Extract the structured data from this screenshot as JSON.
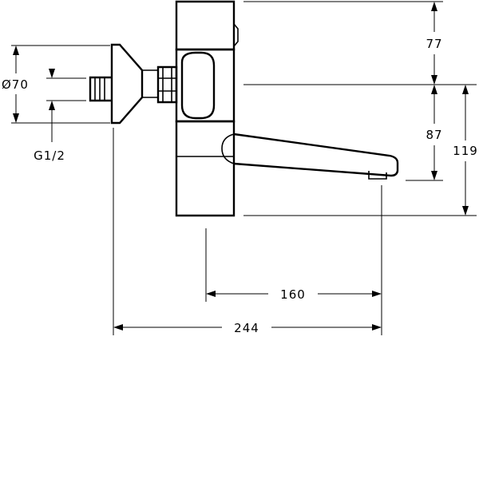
{
  "dimensions": {
    "top_height": "77",
    "spout_height": "87",
    "total_height": "119",
    "spout_reach": "160",
    "overall_length": "244",
    "flange_diameter": "Ø70",
    "thread": "G1/2"
  }
}
